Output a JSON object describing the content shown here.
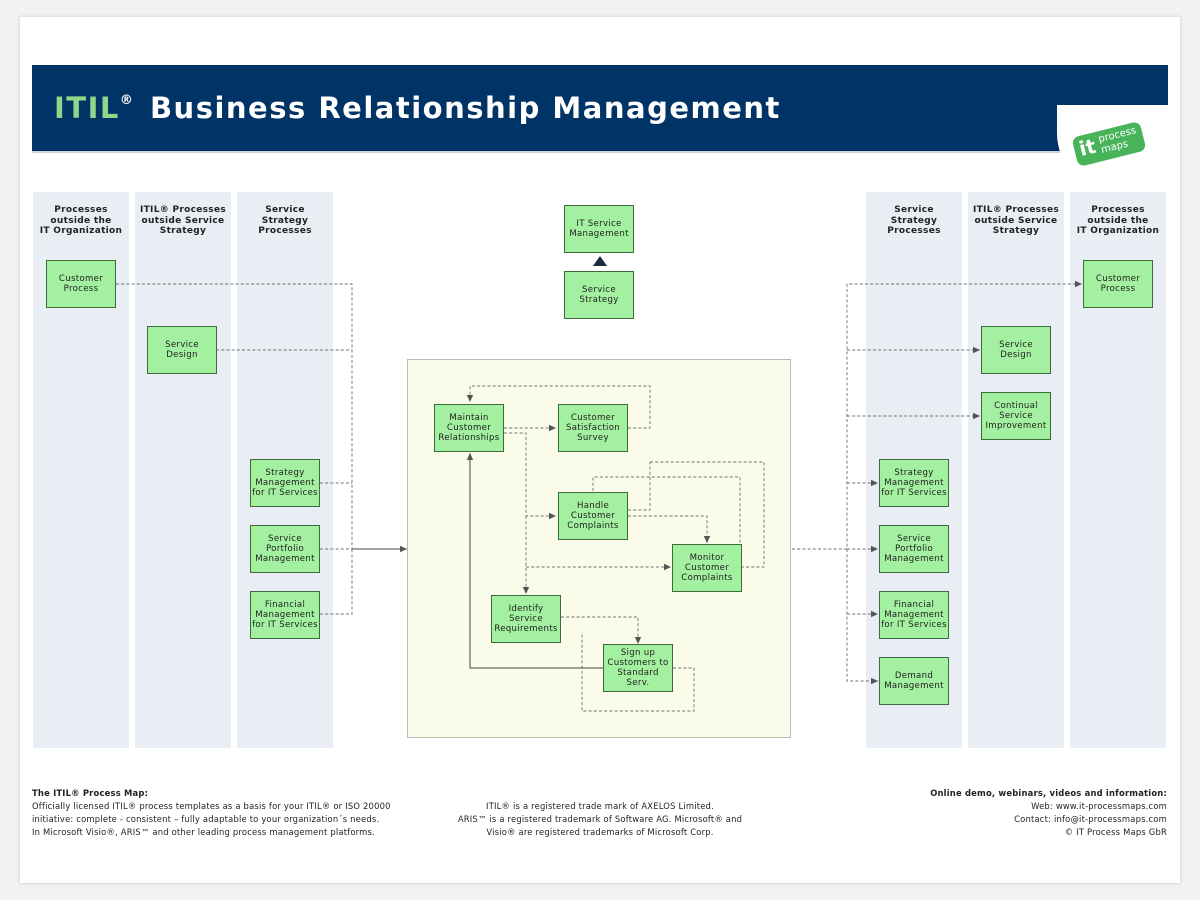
{
  "title": {
    "brand": "ITIL",
    "reg": "®",
    "rest": "Business Relationship Management"
  },
  "logo": {
    "it": "it",
    "words": "process\nmaps"
  },
  "lanes": {
    "left_outside_it": "Processes\noutside the\nIT Organization",
    "left_outside_strategy": "ITIL® Processes\noutside Service\nStrategy",
    "left_strategy": "Service\nStrategy\nProcesses",
    "right_strategy": "Service\nStrategy\nProcesses",
    "right_outside_strategy": "ITIL® Processes\noutside Service\nStrategy",
    "right_outside_it": "Processes\noutside the\nIT Organization"
  },
  "top": {
    "it_service_management": "IT Service\nManagement",
    "service_strategy": "Service\nStrategy"
  },
  "left": {
    "customer_process": "Customer\nProcess",
    "service_design": "Service\nDesign",
    "strategy_management": "Strategy\nManagement\nfor IT Services",
    "service_portfolio": "Service\nPortfolio\nManagement",
    "financial_management": "Financial\nManagement\nfor IT Services"
  },
  "center": {
    "maintain": "Maintain\nCustomer\nRelationships",
    "survey": "Customer\nSatisfaction\nSurvey",
    "handle": "Handle\nCustomer\nComplaints",
    "monitor": "Monitor\nCustomer\nComplaints",
    "identify": "Identify\nService\nRequirements",
    "signup": "Sign up\nCustomers to\nStandard\nServ."
  },
  "right": {
    "customer_process": "Customer\nProcess",
    "service_design": "Service\nDesign",
    "continual_improvement": "Continual\nService\nImprovement",
    "strategy_management": "Strategy\nManagement\nfor IT Services",
    "service_portfolio": "Service\nPortfolio\nManagement",
    "financial_management": "Financial\nManagement\nfor IT Services",
    "demand_management": "Demand\nManagement"
  },
  "footer": {
    "left_title": "The ITIL® Process Map:",
    "left_body": "Officially licensed ITIL® process templates as a basis for your ITIL® or ISO 20000\ninitiative: complete - consistent – fully adaptable to your organization´s needs.\nIn Microsoft Visio®, ARIS™ and other leading process management platforms.",
    "center_body": "ITIL® is a registered trade mark of AXELOS Limited.\nARIS™ is a  registered trademark of Software AG. Microsoft® and\nVisio® are registered trademarks of Microsoft Corp.",
    "right_title": "Online demo, webinars, videos and information:",
    "right_body": "Web: www.it-processmaps.com\nContact: info@it-processmaps.com\n© IT Process Maps GbR"
  },
  "colors": {
    "banner": "#003366",
    "brand_green": "#8fd68a",
    "process_fill": "#a3f0a0",
    "lane_fill": "#e9eef5",
    "center_fill": "#fafbe8"
  }
}
